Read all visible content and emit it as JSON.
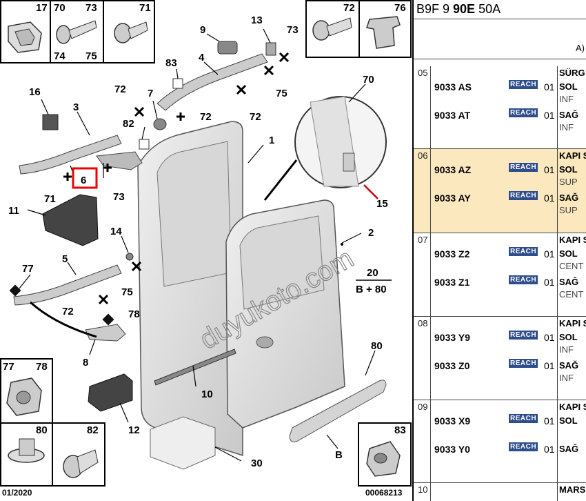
{
  "diagram": {
    "callouts": {
      "c17": "17",
      "c70a": "70",
      "c73a": "73",
      "c71a": "71",
      "c74": "74",
      "c75a": "75",
      "c72a": "72",
      "c76": "76",
      "c9": "9",
      "c13": "13",
      "c73b": "73",
      "c4": "4",
      "c75b": "75",
      "c83a": "83",
      "c72b": "72",
      "c16": "16",
      "c72c": "72",
      "c7": "7",
      "c72d": "72",
      "c3": "3",
      "c82a": "82",
      "c1": "1",
      "c70b": "70",
      "c6": "6",
      "c71b": "71",
      "c73c": "73",
      "c11": "11",
      "c15": "15",
      "c2": "2",
      "c14": "14",
      "c77a": "77",
      "c5": "5",
      "c75c": "75",
      "c72e": "72",
      "c20": "20",
      "cB80": "B + 80",
      "c78a": "78",
      "c8": "8",
      "c80a": "80",
      "c10": "10",
      "c12": "12",
      "c30": "30",
      "cB": "B",
      "c77b": "77",
      "c78b": "78",
      "c80b": "80",
      "c82b": "82",
      "c83b": "83"
    },
    "footer_left": "01/2020",
    "footer_right": "00068213",
    "watermark": "duyukoto.com"
  },
  "panel": {
    "header_prefix": "B9F 9 ",
    "header_bold": "90E",
    "header_suffix": " 50A",
    "sub_label": "A)",
    "groups": [
      {
        "num": "05",
        "desc": "SÜRG",
        "highlight": false,
        "rows": [
          {
            "pn": "9033 AS",
            "badge": "REACH",
            "qty": "01",
            "side": "SOL",
            "pos": "INF"
          },
          {
            "pn": "9033 AT",
            "badge": "REACH",
            "qty": "01",
            "side": "SAĞ",
            "pos": "INF"
          }
        ]
      },
      {
        "num": "06",
        "desc": "KAPI S",
        "highlight": true,
        "rows": [
          {
            "pn": "9033 AZ",
            "badge": "REACH",
            "qty": "01",
            "side": "SOL",
            "pos": "SUP"
          },
          {
            "pn": "9033 AY",
            "badge": "REACH",
            "qty": "01",
            "side": "SAĞ",
            "pos": "SUP"
          }
        ]
      },
      {
        "num": "07",
        "desc": "KAPI S",
        "highlight": false,
        "rows": [
          {
            "pn": "9033 Z2",
            "badge": "REACH",
            "qty": "01",
            "side": "SOL",
            "pos": "CENT"
          },
          {
            "pn": "9033 Z1",
            "badge": "REACH",
            "qty": "01",
            "side": "SAĞ",
            "pos": "CENT"
          }
        ]
      },
      {
        "num": "08",
        "desc": "KAPI S",
        "highlight": false,
        "rows": [
          {
            "pn": "9033 Y9",
            "badge": "REACH",
            "qty": "01",
            "side": "SOL",
            "pos": "INF"
          },
          {
            "pn": "9033 Z0",
            "badge": "REACH",
            "qty": "01",
            "side": "SAĞ",
            "pos": "INF"
          }
        ]
      },
      {
        "num": "09",
        "desc": "KAPI S",
        "highlight": false,
        "rows": [
          {
            "pn": "9033 X9",
            "badge": "REACH",
            "qty": "01",
            "side": "SOL",
            "pos": ""
          },
          {
            "pn": "9033 Y0",
            "badge": "REACH",
            "qty": "01",
            "side": "SAĞ",
            "pos": ""
          }
        ]
      },
      {
        "num": "10",
        "desc": "MARS",
        "highlight": false,
        "rows": []
      }
    ]
  }
}
